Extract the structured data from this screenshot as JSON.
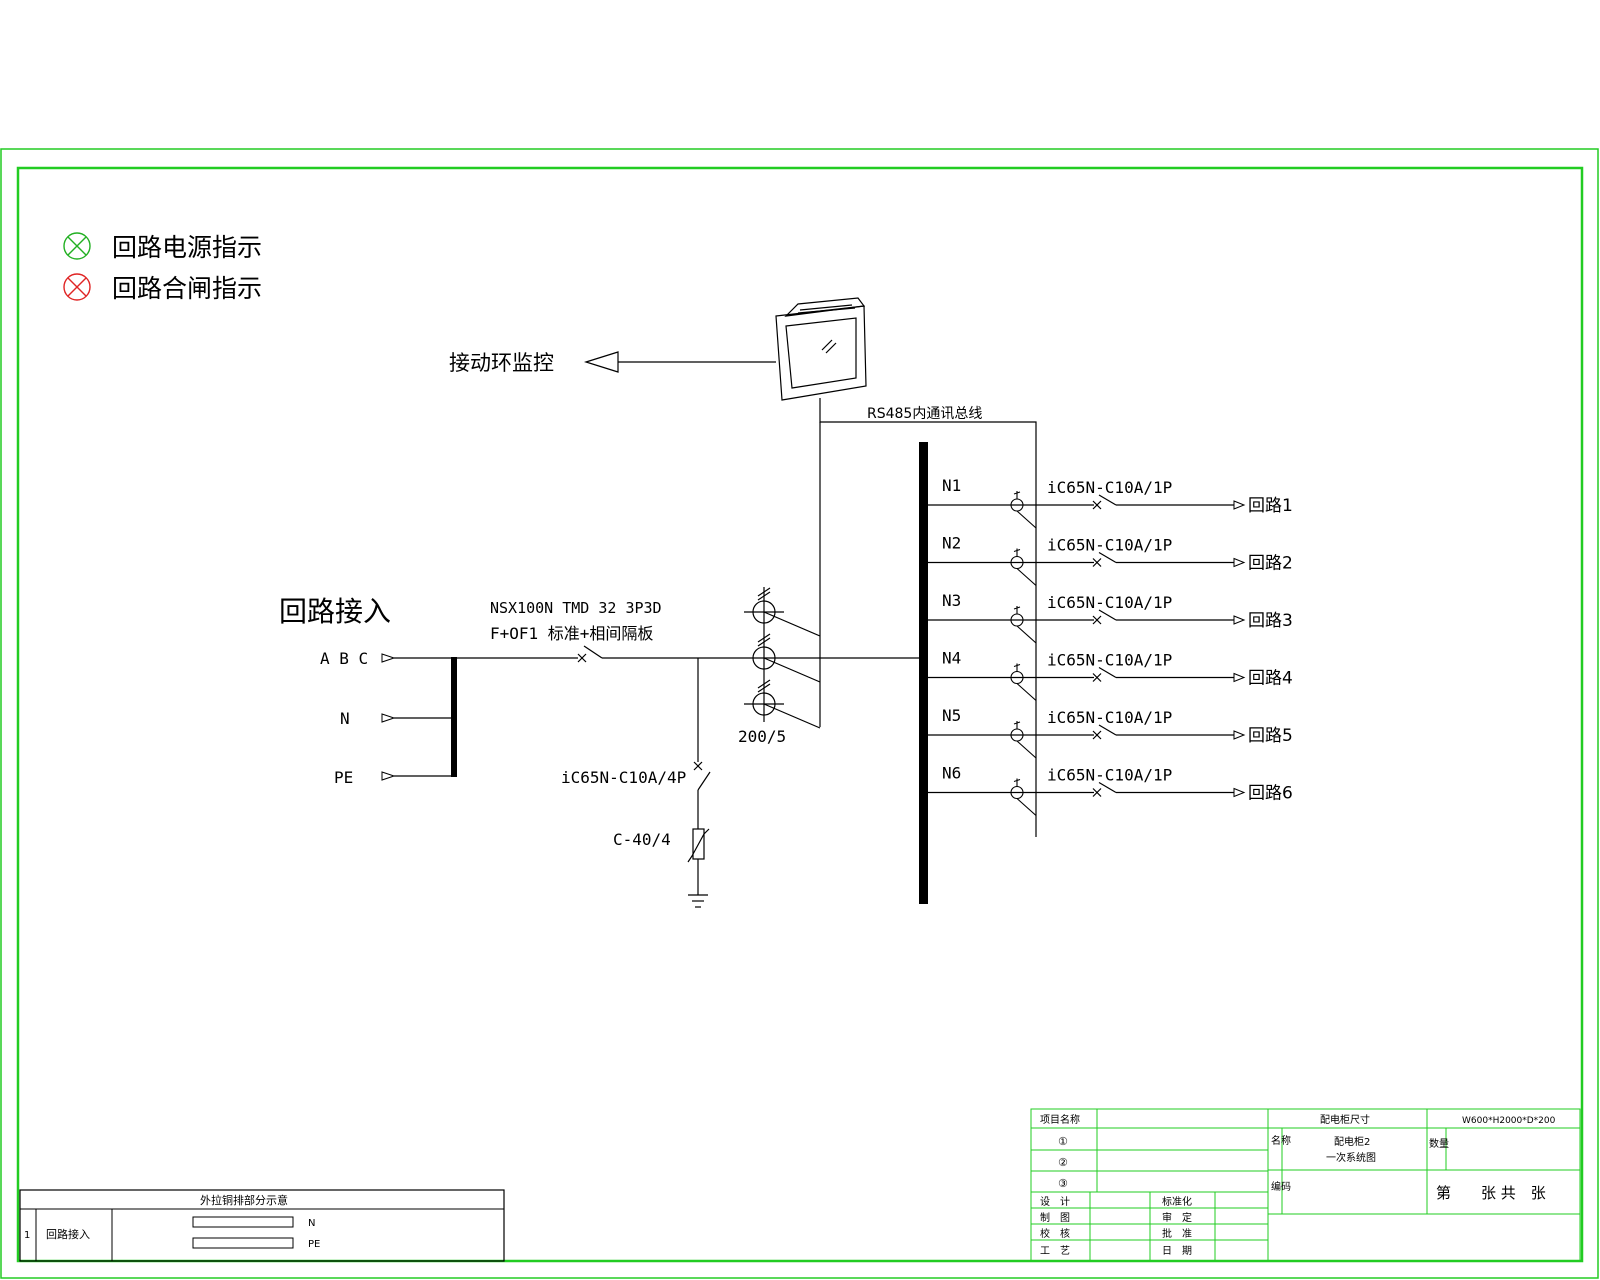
{
  "legend": {
    "power_indicator_label": "回路电源指示",
    "power_indicator_color": "#22b022",
    "closing_indicator_label": "回路合闸指示",
    "closing_indicator_color": "#e02424"
  },
  "monitor": {
    "label": "接动环监控",
    "bus_label": "RS485内通讯总线"
  },
  "incoming": {
    "title": "回路接入",
    "phase_label": "A B C",
    "neutral_label": "N",
    "earth_label": "PE",
    "breaker_model": "NSX100N TMD 32 3P3D",
    "breaker_accessory": "F+OF1 标准+相间隔板",
    "ct_ratio": "200/5",
    "spd_breaker": "iC65N-C10A/4P",
    "spd_model": "C-40/4"
  },
  "branches": [
    {
      "id": "N1",
      "breaker": "iC65N-C10A/1P",
      "circuit": "回路1"
    },
    {
      "id": "N2",
      "breaker": "iC65N-C10A/1P",
      "circuit": "回路2"
    },
    {
      "id": "N3",
      "breaker": "iC65N-C10A/1P",
      "circuit": "回路3"
    },
    {
      "id": "N4",
      "breaker": "iC65N-C10A/1P",
      "circuit": "回路4"
    },
    {
      "id": "N5",
      "breaker": "iC65N-C10A/1P",
      "circuit": "回路5"
    },
    {
      "id": "N6",
      "breaker": "iC65N-C10A/1P",
      "circuit": "回路6"
    }
  ],
  "busbar_note": {
    "title": "外拉铜排部分示意",
    "index": "1",
    "name": "回路接入",
    "bar_n": "N",
    "bar_pe": "PE"
  },
  "title_block": {
    "project_name": "项目名称",
    "cabinet_size_label": "配电柜尺寸",
    "cabinet_size_value": "W600*H2000*D*200",
    "row1": "①",
    "row2": "②",
    "row3": "③",
    "name_label": "名称",
    "name_value_1": "配电柜2",
    "name_value_2": "一次系统图",
    "qty_label": "数量",
    "code_label": "编码",
    "design": "设　计",
    "drawing": "制　图",
    "check": "校　核",
    "process": "工　艺",
    "standard": "标准化",
    "review": "审　定",
    "approve": "批　准",
    "date": "日　期",
    "sheet": "第　　张 共　张"
  },
  "colors": {
    "frame": "#22cc22",
    "line": "#000000"
  }
}
